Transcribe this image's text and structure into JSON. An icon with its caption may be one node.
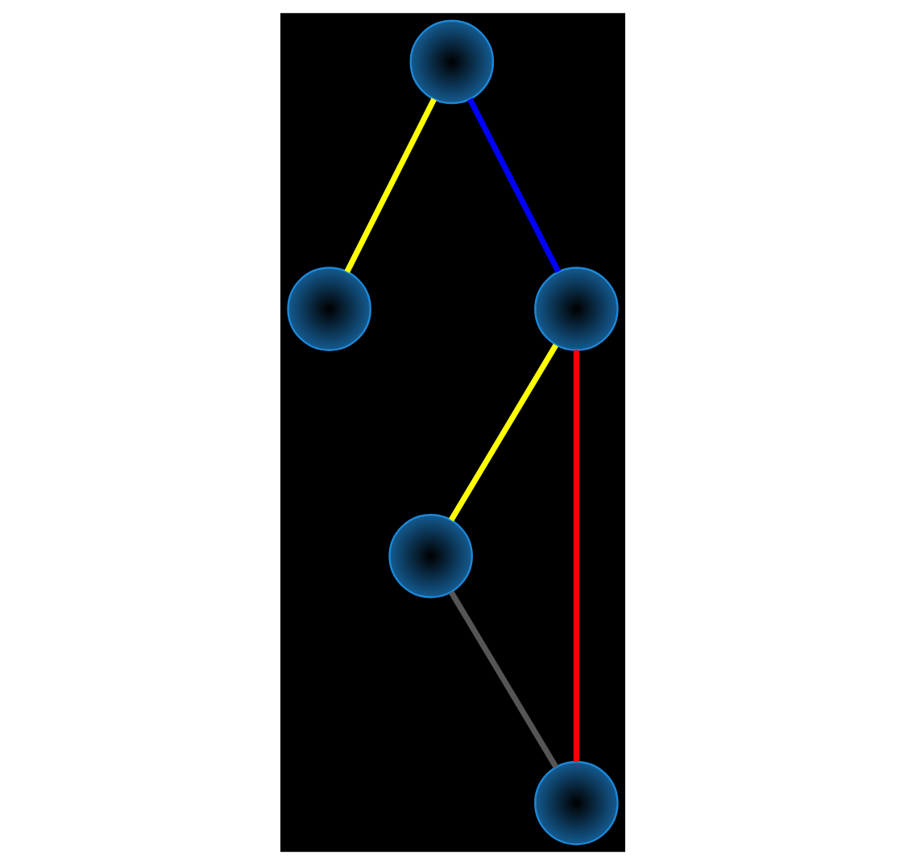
{
  "diagram": {
    "nodes": [
      {
        "text": [],
        "shape": "circle"
      },
      {
        "text": [],
        "shape": "circle"
      },
      {
        "text": [],
        "shape": "circle"
      },
      {
        "text": [],
        "shape": "circle"
      },
      {
        "text": [],
        "shape": "circle"
      }
    ],
    "edges": [
      {
        "from": 1,
        "to": 2,
        "arrow": "none",
        "color": "#0000ff"
      },
      {
        "from": 1,
        "to": 0,
        "arrow": "none",
        "color": "#ffff00"
      },
      {
        "from": 2,
        "to": 3,
        "arrow": "none",
        "color": "#ffff00"
      },
      {
        "from": 2,
        "to": 4,
        "arrow": "none",
        "color": "#ff0000"
      },
      {
        "from": 3,
        "to": 4,
        "arrow": "none",
        "color": "#555555"
      }
    ]
  }
}
